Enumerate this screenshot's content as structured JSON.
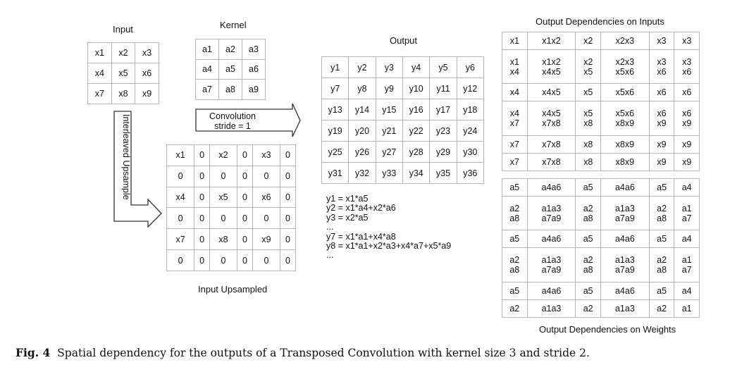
{
  "labels": {
    "input": "Input",
    "kernel": "Kernel",
    "output": "Output",
    "input_upsampled": "Input Upsampled",
    "deps_inputs": "Output Dependencies on Inputs",
    "deps_weights": "Output Dependencies on Weights",
    "arrow_conv_line1": "Convolution",
    "arrow_conv_line2": "stride = 1",
    "arrow_upsample": "Interleaved Upsample"
  },
  "input_grid": [
    [
      "x1",
      "x2",
      "x3"
    ],
    [
      "x4",
      "x5",
      "x6"
    ],
    [
      "x7",
      "x8",
      "x9"
    ]
  ],
  "kernel_grid": [
    [
      "a1",
      "a2",
      "a3"
    ],
    [
      "a4",
      "a5",
      "a6"
    ],
    [
      "a7",
      "a8",
      "a9"
    ]
  ],
  "output_grid": [
    [
      "y1",
      "y2",
      "y3",
      "y4",
      "y5",
      "y6"
    ],
    [
      "y7",
      "y8",
      "y9",
      "y10",
      "y11",
      "y12"
    ],
    [
      "y13",
      "y14",
      "y15",
      "y16",
      "y17",
      "y18"
    ],
    [
      "y19",
      "y20",
      "y21",
      "y22",
      "y23",
      "y24"
    ],
    [
      "y25",
      "y26",
      "y27",
      "y28",
      "y29",
      "y30"
    ],
    [
      "y31",
      "y32",
      "y33",
      "y34",
      "y35",
      "y36"
    ]
  ],
  "upsampled_grid": [
    [
      "x1",
      "0",
      "x2",
      "0",
      "x3",
      "0"
    ],
    [
      "0",
      "0",
      "0",
      "0",
      "0",
      "0"
    ],
    [
      "x4",
      "0",
      "x5",
      "0",
      "x6",
      "0"
    ],
    [
      "0",
      "0",
      "0",
      "0",
      "0",
      "0"
    ],
    [
      "x7",
      "0",
      "x8",
      "0",
      "x9",
      "0"
    ],
    [
      "0",
      "0",
      "0",
      "0",
      "0",
      "0"
    ]
  ],
  "equations": [
    "y1 = x1*a5",
    "y2 = x1*a4+x2*a6",
    "y3 = x2*a5",
    "...",
    "y7 = x1*a1+x4*a8",
    "y8 = x1*a1+x2*a3+x4*a7+x5*a9",
    "..."
  ],
  "deps_inputs_grid": [
    [
      [
        "x1"
      ],
      [
        "x1x2"
      ],
      [
        "x2"
      ],
      [
        "x2x3"
      ],
      [
        "x3"
      ],
      [
        "x3"
      ]
    ],
    [
      [
        "x1",
        "x4"
      ],
      [
        "x1x2",
        "x4x5"
      ],
      [
        "x2",
        "x5"
      ],
      [
        "x2x3",
        "x5x6"
      ],
      [
        "x3",
        "x6"
      ],
      [
        "x3",
        "x6"
      ]
    ],
    [
      [
        "x4"
      ],
      [
        "x4x5"
      ],
      [
        "x5"
      ],
      [
        "x5x6"
      ],
      [
        "x6"
      ],
      [
        "x6"
      ]
    ],
    [
      [
        "x4",
        "x7"
      ],
      [
        "x4x5",
        "x7x8"
      ],
      [
        "x5",
        "x8"
      ],
      [
        "x5x6",
        "x8x9"
      ],
      [
        "x6",
        "x9"
      ],
      [
        "x6",
        "x9"
      ]
    ],
    [
      [
        "x7"
      ],
      [
        "x7x8"
      ],
      [
        "x8"
      ],
      [
        "x8x9"
      ],
      [
        "x9"
      ],
      [
        "x9"
      ]
    ],
    [
      [
        "x7"
      ],
      [
        "x7x8"
      ],
      [
        "x8"
      ],
      [
        "x8x9"
      ],
      [
        "x9"
      ],
      [
        "x9"
      ]
    ]
  ],
  "deps_weights_grid": [
    [
      [
        "a5"
      ],
      [
        "a4a6"
      ],
      [
        "a5"
      ],
      [
        "a4a6"
      ],
      [
        "a5"
      ],
      [
        "a4"
      ]
    ],
    [
      [
        "a2",
        "a8"
      ],
      [
        "a1a3",
        "a7a9"
      ],
      [
        "a2",
        "a8"
      ],
      [
        "a1a3",
        "a7a9"
      ],
      [
        "a2",
        "a8"
      ],
      [
        "a1",
        "a7"
      ]
    ],
    [
      [
        "a5"
      ],
      [
        "a4a6"
      ],
      [
        "a5"
      ],
      [
        "a4a6"
      ],
      [
        "a5"
      ],
      [
        "a4"
      ]
    ],
    [
      [
        "a2",
        "a8"
      ],
      [
        "a1a3",
        "a7a9"
      ],
      [
        "a2",
        "a8"
      ],
      [
        "a1a3",
        "a7a9"
      ],
      [
        "a2",
        "a8"
      ],
      [
        "a1",
        "a7"
      ]
    ],
    [
      [
        "a5"
      ],
      [
        "a4a6"
      ],
      [
        "a5"
      ],
      [
        "a4a6"
      ],
      [
        "a5"
      ],
      [
        "a4"
      ]
    ],
    [
      [
        "a2"
      ],
      [
        "a1a3"
      ],
      [
        "a2"
      ],
      [
        "a1a3"
      ],
      [
        "a2"
      ],
      [
        "a1"
      ]
    ]
  ],
  "caption": {
    "prefix": "Fig. 4",
    "text": "Spatial dependency for the outputs of a Transposed Convolution with kernel size 3 and stride 2."
  }
}
